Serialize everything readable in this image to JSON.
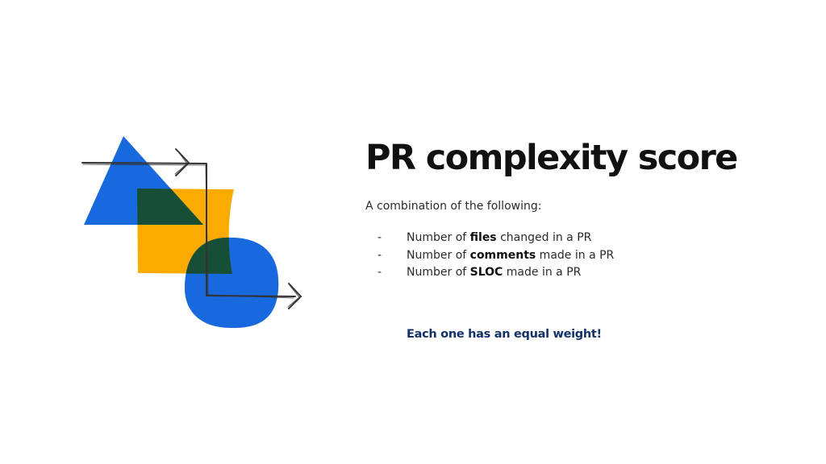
{
  "slide": {
    "title": "PR complexity score",
    "intro": "A combination of the following:",
    "bullets": [
      {
        "marker": "-",
        "before": "Number of ",
        "bold": "files",
        "after": " changed in a PR"
      },
      {
        "marker": "-",
        "before": "Number of ",
        "bold": "comments",
        "after": " made in a PR"
      },
      {
        "marker": "-",
        "before": "Number of ",
        "bold": "SLOC",
        "after": " made in a PR"
      }
    ],
    "emphasis": "Each one has an equal weight!"
  },
  "illustration": {
    "description_icons": [
      "triangle-shape",
      "square-shape",
      "circle-shape",
      "arrow-icon"
    ],
    "colors": {
      "blue": "#1868de",
      "yellow": "#fbab00",
      "overlap_green": "#174f36",
      "stroke": "#333333"
    }
  },
  "colors": {
    "title": "#111111",
    "body": "#2a2a2a",
    "emphasis": "#14306a",
    "background": "#ffffff"
  }
}
